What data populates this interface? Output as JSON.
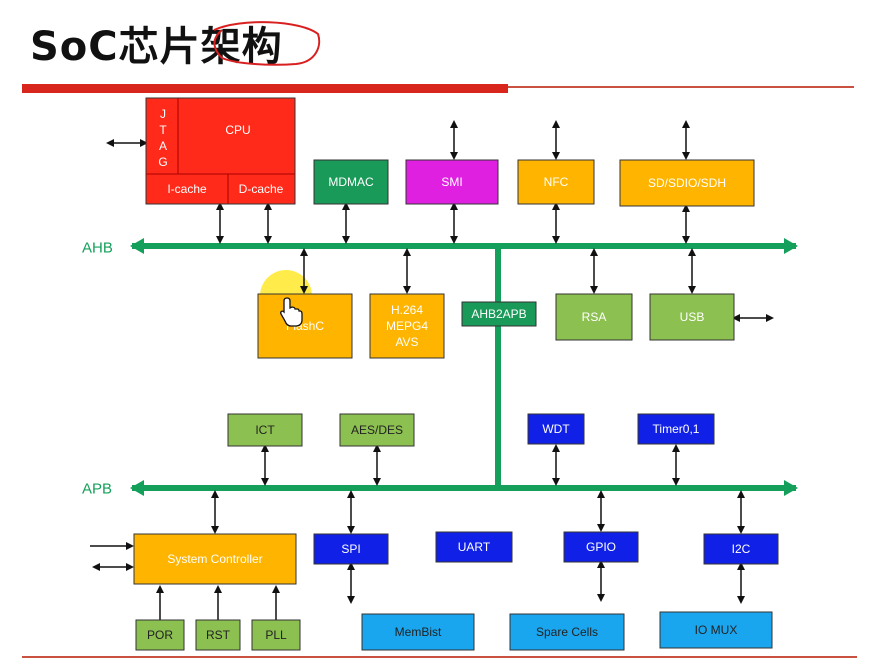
{
  "slide": {
    "title": "SoC芯片架构"
  },
  "colors": {
    "bus": "#14a05a",
    "red": "#ff2a1a",
    "orange": "#ffb400",
    "green_light": "#8cc050",
    "green_dark": "#1a9a58",
    "magenta": "#e020e0",
    "blue": "#1020e6",
    "sky": "#1aa6ee",
    "annotation": "#d92020"
  },
  "buses": {
    "ahb": "AHB",
    "apb": "APB"
  },
  "cpu": {
    "label": "CPU",
    "jtag": [
      "J",
      "T",
      "A",
      "G"
    ],
    "icache": "I-cache",
    "dcache": "D-cache"
  },
  "blocks": {
    "mdmac": "MDMAC",
    "smi": "SMI",
    "nfc": "NFC",
    "sdio": "SD/SDIO/SDH",
    "flashc": "FlashC",
    "h264_line1": "H.264",
    "h264_line2": "MEPG4",
    "h264_line3": "AVS",
    "ahb2apb": "AHB2APB",
    "rsa": "RSA",
    "usb": "USB",
    "ict": "ICT",
    "aesdes": "AES/DES",
    "wdt": "WDT",
    "timer": "Timer0,1",
    "sysctrl": "System Controller",
    "spi": "SPI",
    "uart": "UART",
    "gpio": "GPIO",
    "i2c": "I2C",
    "por": "POR",
    "rst": "RST",
    "pll": "PLL",
    "membist": "MemBist",
    "spare": "Spare Cells",
    "iomux": "IO MUX"
  },
  "overlay": {
    "cursor_icon": "hand-pointer-icon",
    "highlight_color": "#ffe92a"
  }
}
